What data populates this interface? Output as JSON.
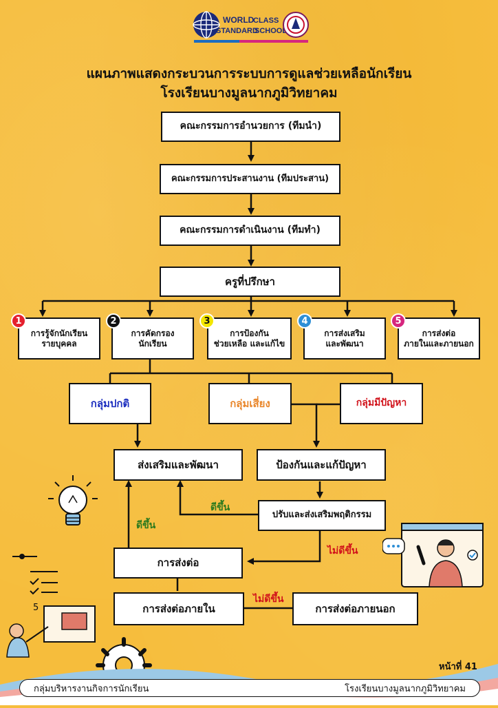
{
  "logo": {
    "text_top": "WORLD",
    "text_mid": "STANDARD",
    "text_class": "CLASS",
    "text_school": "SCHOOL"
  },
  "title": {
    "line1": "แผนภาพแสดงกระบวนการระบบการดูแลช่วยเหลือนักเรียน",
    "line2": "โรงเรียนบางมูลนากภูมิวิทยาคม"
  },
  "chain": [
    "คณะกรรมการอำนวยการ (ทีมนำ)",
    "คณะกรรมการประสานงาน (ทีมประสาน)",
    "คณะกรรมการดำเนินงาน (ทีมทำ)",
    "ครูที่ปรึกษา"
  ],
  "steps": [
    {
      "num": "1",
      "label": "การรู้จักนักเรียน\nรายบุคคล",
      "color": "#e5202e",
      "text": "#ffffff"
    },
    {
      "num": "2",
      "label": "การคัดกรอง\nนักเรียน",
      "color": "#111111",
      "text": "#ffffff"
    },
    {
      "num": "3",
      "label": "การป้องกัน\nช่วยเหลือ และแก้ไข",
      "color": "#f3e600",
      "text": "#111111"
    },
    {
      "num": "4",
      "label": "การส่งเสริม\nและพัฒนา",
      "color": "#2e8fd6",
      "text": "#ffffff"
    },
    {
      "num": "5",
      "label": "การส่งต่อ\nภายในและภายนอก",
      "color": "#d6267e",
      "text": "#ffffff"
    }
  ],
  "groups": {
    "normal": {
      "label": "กลุ่มปกติ",
      "color": "#1d2fbf"
    },
    "risk": {
      "label": "กลุ่มเสี่ยง",
      "color": "#e9862a"
    },
    "problem": {
      "label": "กลุ่มมีปัญหา",
      "color": "#d1121b"
    }
  },
  "outcomes": {
    "promote": "ส่งเสริมและพัฒนา",
    "prevent": "ป้องกันและแก้ปัญหา",
    "adjust": "ปรับและส่งเสริมพฤติกรรม",
    "refer": "การส่งต่อ",
    "refer_in": "การส่งต่อภายใน",
    "refer_out": "การส่งต่อภายนอก"
  },
  "edge_labels": {
    "better1": "ดีขึ้น",
    "better2": "ดีขึ้น",
    "notbetter1": "ไม่ดีขึ้น",
    "notbetter2": "ไม่ดีขึ้น",
    "better_color": "#2d7a1e",
    "notbetter_color": "#d1121b"
  },
  "page_number": "หน้าที่ 41",
  "footer": {
    "left": "กลุ่มบริหารงานกิจการนักเรียน",
    "right": "โรงเรียนบางมูลนากภูมิวิทยาคม"
  }
}
